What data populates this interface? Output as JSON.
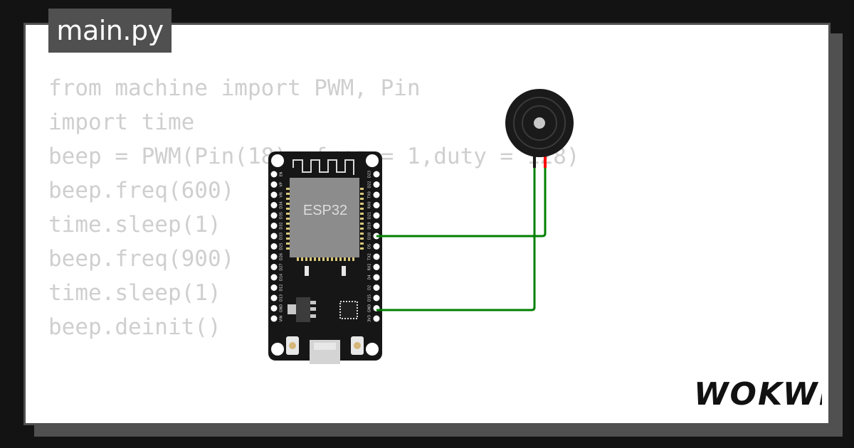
{
  "file_tab": {
    "label": "main.py"
  },
  "code": {
    "lines": [
      "from machine import PWM, Pin",
      "import time",
      "beep = PWM(Pin(18), freq = 1,duty = 128)",
      "beep.freq(600)",
      "time.sleep(1)",
      "beep.freq(900)",
      "time.sleep(1)",
      "beep.deinit()"
    ]
  },
  "board": {
    "chip_label": "ESP32",
    "left_pins": [
      "EN",
      "VP",
      "VN",
      "D34",
      "D35",
      "D32",
      "D33",
      "D25",
      "D26",
      "D27",
      "D14",
      "D12",
      "D13",
      "GND",
      "VIN"
    ],
    "right_pins": [
      "D23",
      "D22",
      "TX0",
      "RX0",
      "D21",
      "D19",
      "D18",
      "D5",
      "TX2",
      "RX2",
      "D4",
      "D2",
      "D15",
      "GND",
      "3V3"
    ]
  },
  "brand": {
    "logo_text": "WOKWi"
  },
  "colors": {
    "background": "#131313",
    "card": "#ffffff",
    "tab": "#505050",
    "code_text": "#cfcfcf",
    "wire": "#008000",
    "board": "#161616",
    "chip": "#8c8c8c",
    "buzzer_positive": "#ff0000"
  }
}
